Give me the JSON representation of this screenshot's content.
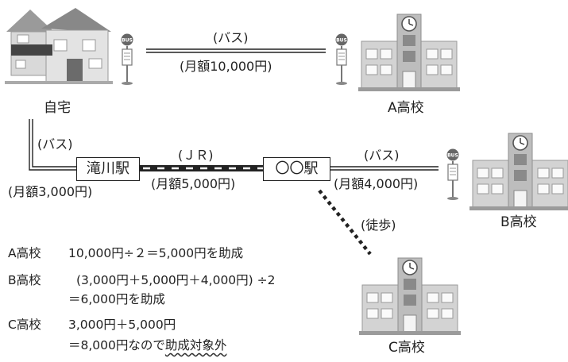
{
  "places": {
    "home": "自宅",
    "school_a": "A高校",
    "school_b": "B高校",
    "school_c": "C高校",
    "takigawa_station": "滝川駅",
    "other_station": "〇〇駅"
  },
  "routes": {
    "home_to_a_mode": "(バス)",
    "home_to_a_fare": "(月額10,000円)",
    "home_to_takigawa_mode": "(バス)",
    "home_to_takigawa_fare": "(月額3,000円)",
    "jr_mode": "(ＪＲ)",
    "jr_fare": "(月額5,000円)",
    "station_to_b_mode": "(バス)",
    "station_to_b_fare": "(月額4,000円)",
    "station_to_c_mode": "(徒歩)"
  },
  "bus_stop_label": "BUS",
  "calculations": {
    "a_label": "A高校",
    "a_line1": "10,000円÷２＝5,000円を助成",
    "b_label": "B高校",
    "b_line1": "(3,000円＋5,000円＋4,000円) ÷2",
    "b_line2": "＝6,000円を助成",
    "c_label": "C高校",
    "c_line1": "3,000円＋5,000円",
    "c_line2_prefix": "＝8,000円なので",
    "c_line2_emphasis": "助成対象外"
  }
}
